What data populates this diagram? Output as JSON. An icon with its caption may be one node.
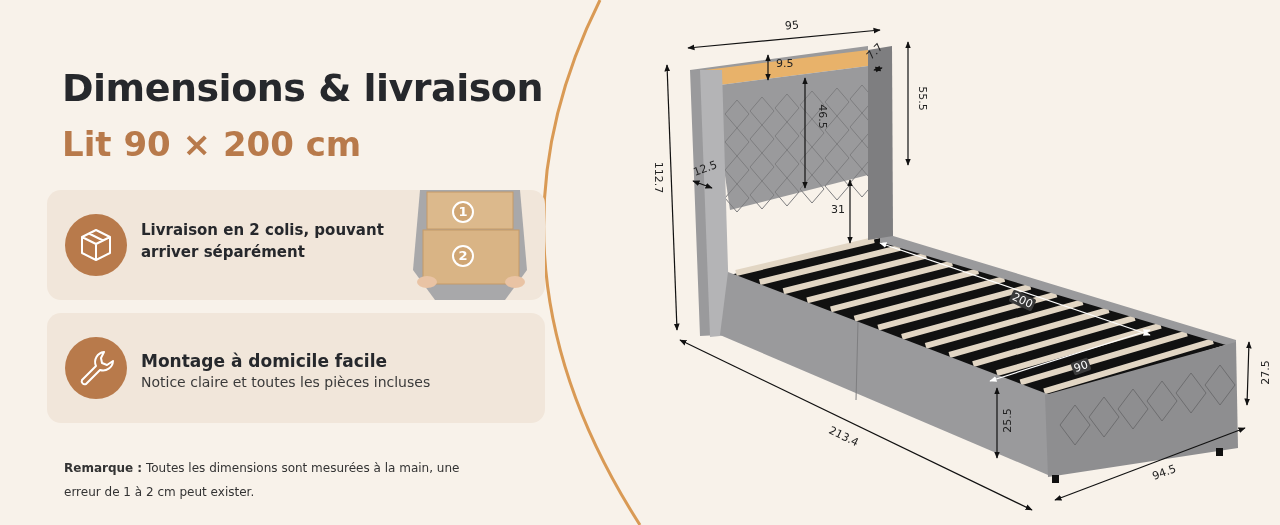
{
  "diagram": {
    "title": "Dimensions & livraison",
    "nodes": [
      {
        "text": [
          "Livraison en **2 colis,** pouvant arriver séparément"
        ]
      },
      {
        "text": [
          "Montage à domicile facile",
          "Notice claire et toutes les pièces incluses"
        ]
      }
    ],
    "labels": [
      "Lit 90 × 200 cm",
      "1",
      "2",
      "**Remarque :** Toutes les dimensions sont mesurées à la main, une erreur de 1 à 2 cm peut exister.",
      "95",
      "7.7",
      "9.5",
      "55.5",
      "46.5",
      "112.7",
      "12.5",
      "31",
      "200",
      "90",
      "27.5",
      "25.5",
      "213.4",
      "94.5"
    ]
  }
}
